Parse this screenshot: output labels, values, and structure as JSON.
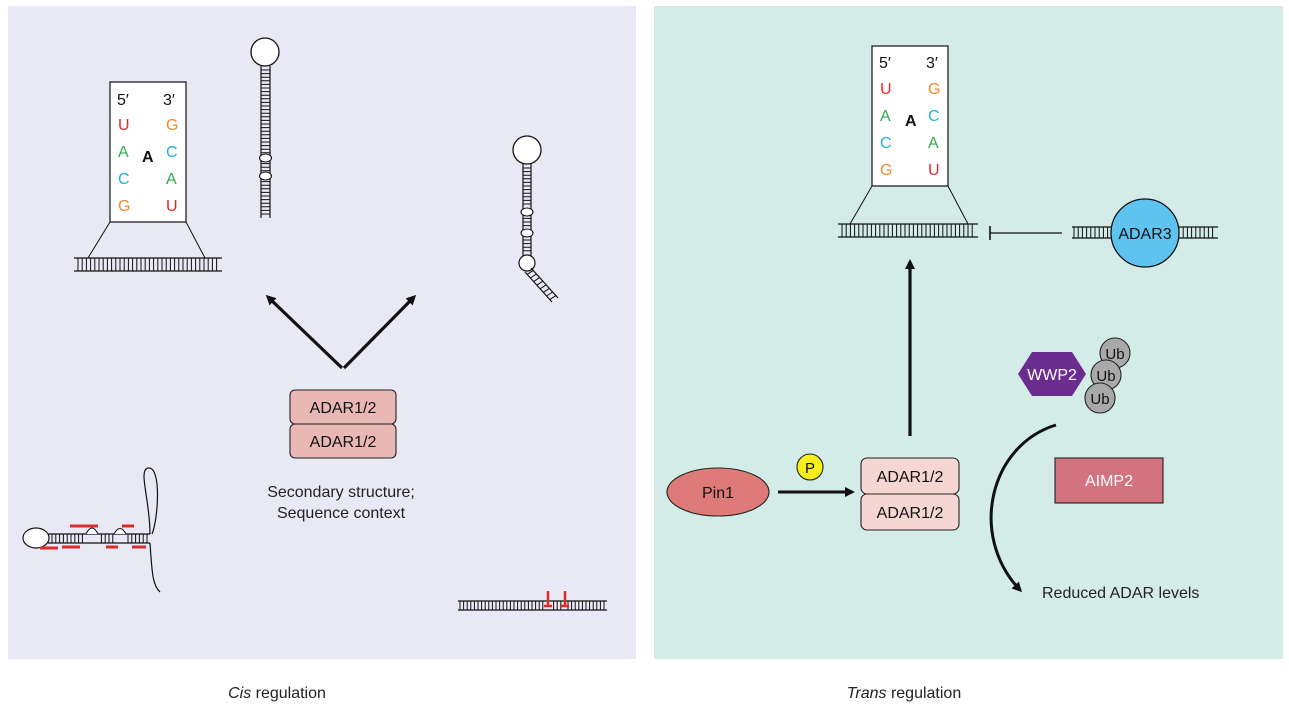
{
  "colors": {
    "cis_bg": "#e9e9f5",
    "trans_bg": "#d4ece8",
    "adar_cis": "#e9b8b4",
    "adar_trans": "#f6d6d3",
    "pin1": "#de7a78",
    "p_badge": "#f7ee1c",
    "adar3": "#5ec4ef",
    "wwp2": "#6b2c8f",
    "ub": "#a9a9a9",
    "aimp2": "#d2737f",
    "nt_U": "#e02a2a",
    "nt_A": "#2eaa4f",
    "nt_C": "#1fb2de",
    "nt_G": "#ef8a2c",
    "mismatch": "#e02a2a"
  },
  "cis": {
    "caption_italic": "Cis",
    "caption_rest": " regulation",
    "adar_top": "ADAR1/2",
    "adar_bottom": "ADAR1/2",
    "desc_line1": "Secondary structure;",
    "desc_line2": "Sequence context",
    "box": {
      "left_end": "5′",
      "right_end": "3′",
      "left_nts": [
        "U",
        "A",
        "C",
        "G"
      ],
      "right_nts": [
        "G",
        "C",
        "A",
        "U"
      ],
      "center": "A"
    }
  },
  "trans": {
    "caption_italic": "Trans",
    "caption_rest": " regulation",
    "pin1": "Pin1",
    "phospho": "P",
    "adar_top": "ADAR1/2",
    "adar_bottom": "ADAR1/2",
    "adar3": "ADAR3",
    "wwp2": "WWP2",
    "ub": [
      "Ub",
      "Ub",
      "Ub"
    ],
    "aimp2": "AIMP2",
    "reduced": "Reduced ADAR levels",
    "box": {
      "left_end": "5′",
      "right_end": "3′",
      "left_nts": [
        "U",
        "A",
        "C",
        "G"
      ],
      "right_nts": [
        "G",
        "C",
        "A",
        "U"
      ],
      "center": "A"
    }
  }
}
